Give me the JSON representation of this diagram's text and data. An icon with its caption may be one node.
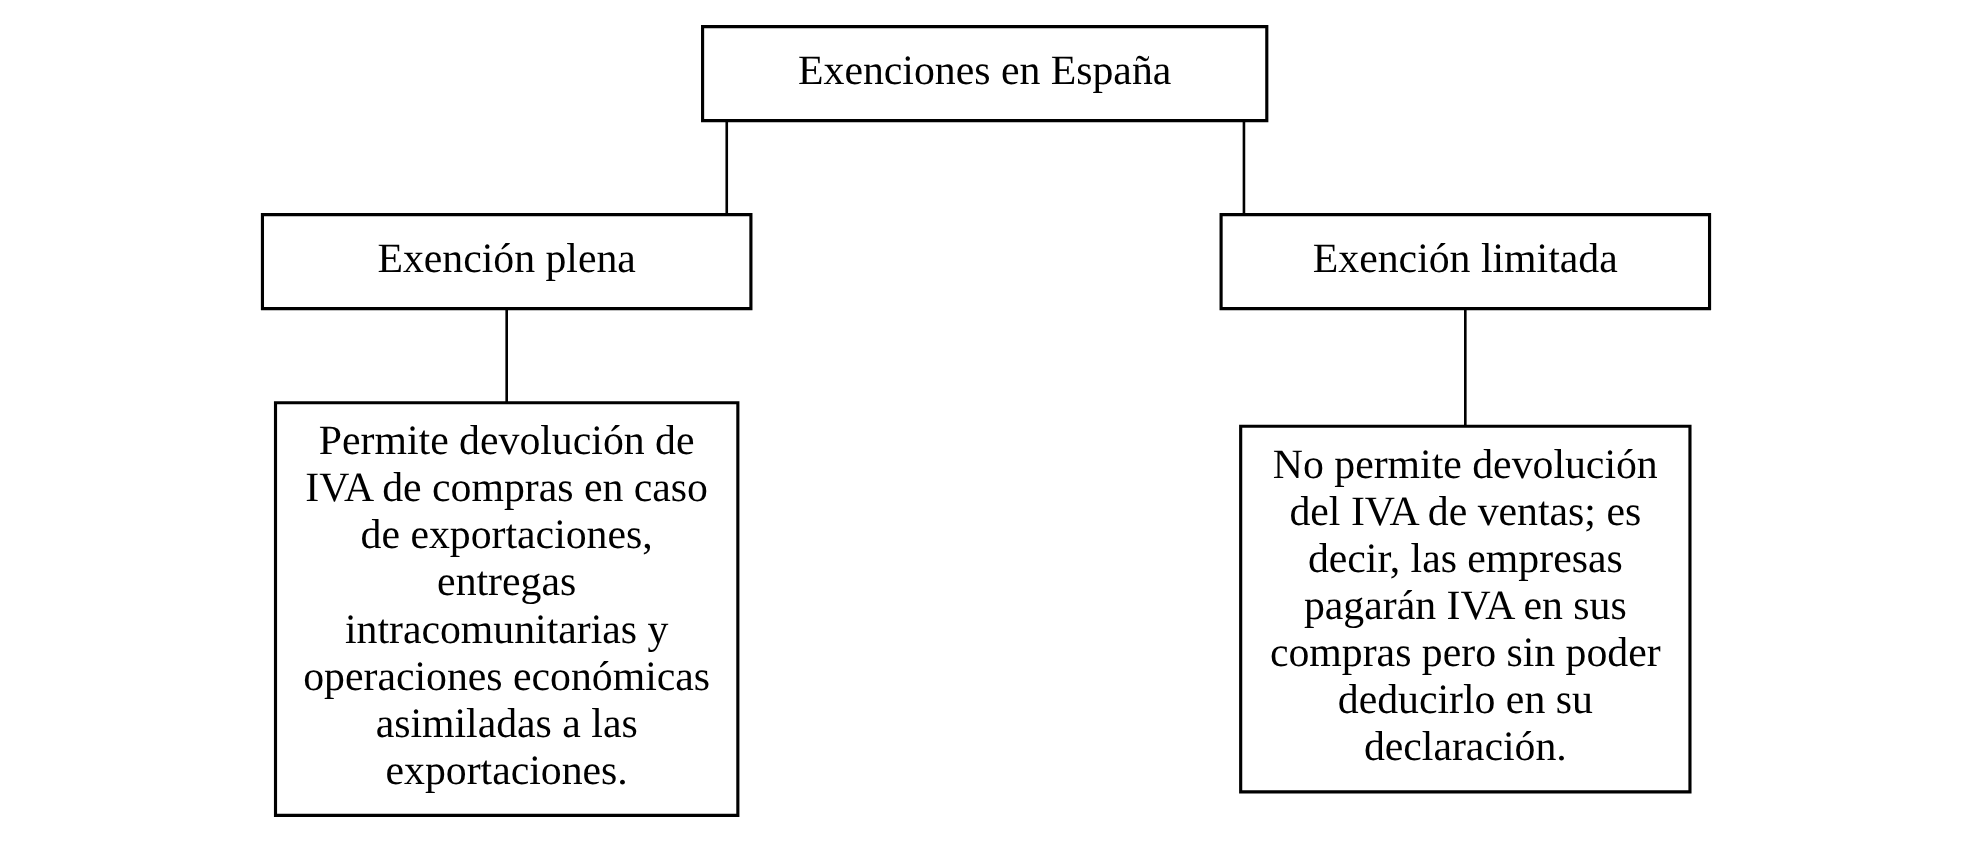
{
  "diagram": {
    "nodes": [
      {
        "text": [
          "Exenciones en España"
        ]
      },
      {
        "text": [
          "Exención plena"
        ]
      },
      {
        "text": [
          "Exención limitada"
        ]
      },
      {
        "text": [
          "Permite devolución de IVA de compras en caso de exportaciones, entregas intracomunitarias y operaciones económicas asimiladas a las exportaciones."
        ]
      },
      {
        "text": [
          "No permite devolución del IVA de ventas; es decir, las empresas pagarán IVA en sus compras pero sin poder deducirlo en su declaración."
        ]
      }
    ],
    "edges": [
      {
        "from": 0,
        "to": 1,
        "arrow": "none"
      },
      {
        "from": 0,
        "to": 2,
        "arrow": "none"
      },
      {
        "from": 1,
        "to": 3,
        "arrow": "none"
      },
      {
        "from": 2,
        "to": 4,
        "arrow": "none"
      }
    ]
  }
}
